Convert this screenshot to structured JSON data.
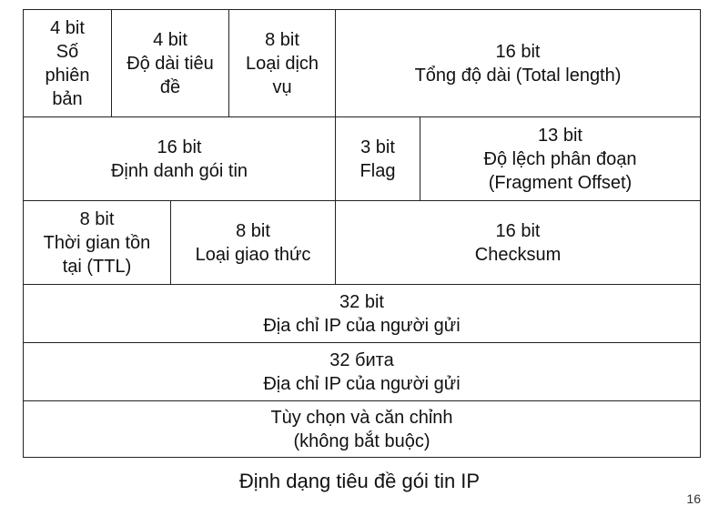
{
  "rows": [
    {
      "cells": [
        {
          "lines": [
            "4 bit",
            "Số",
            "phiên",
            "bản"
          ]
        },
        {
          "lines": [
            "4 bit",
            "Độ dài tiêu",
            "đề"
          ]
        },
        {
          "lines": [
            "8 bit",
            "Loại dịch",
            "vụ"
          ]
        },
        {
          "lines": [
            "16 bit",
            "Tổng độ dài (Total length)"
          ]
        }
      ]
    },
    {
      "cells": [
        {
          "lines": [
            "16 bit",
            "Định danh gói tin"
          ]
        },
        {
          "lines": [
            "3 bit",
            "Flag"
          ]
        },
        {
          "lines": [
            "13 bit",
            "Độ lệch phân đoạn",
            "(Fragment Offset)"
          ]
        }
      ]
    },
    {
      "cells": [
        {
          "lines": [
            "8 bit",
            "Thời gian tồn",
            "tại (TTL)"
          ]
        },
        {
          "lines": [
            "8 bit",
            "Loại giao thức"
          ]
        },
        {
          "lines": [
            "16 bit",
            "Checksum"
          ]
        }
      ]
    },
    {
      "cells": [
        {
          "lines": [
            "32 bit",
            "Địa chỉ IP của người gửi"
          ]
        }
      ]
    },
    {
      "cells": [
        {
          "lines": [
            "32 бита",
            "Địa chỉ IP của người gửi"
          ]
        }
      ]
    },
    {
      "cells": [
        {
          "lines": [
            "Tùy chọn và căn chỉnh",
            "(không bắt buộc)"
          ]
        }
      ]
    }
  ],
  "caption": "Định dạng tiêu đề gói tin IP",
  "page_number": "16"
}
